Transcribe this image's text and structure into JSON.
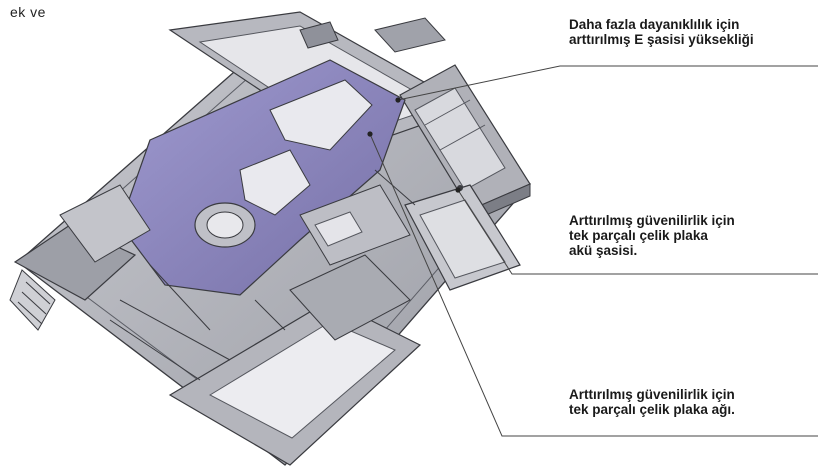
{
  "corner_text": "ek ve",
  "callouts": [
    {
      "lines": [
        "Daha fazla dayanıklılık için",
        "arttırılmış E şasisi yüksekliği"
      ]
    },
    {
      "lines": [
        "Arttırılmış güvenilirlik için",
        "tek parçalı çelik plaka",
        "akü şasisi."
      ]
    },
    {
      "lines": [
        "Arttırılmış güvenilirlik için",
        "tek parçalı çelik plaka ağı."
      ]
    }
  ],
  "colors": {
    "frame_gray": "#a7a9b0",
    "frame_dark": "#6f727b",
    "frame_light": "#d2d3d8",
    "frame_purple": "#8d87b8",
    "outline": "#3a3b40",
    "leader": "#444444"
  }
}
